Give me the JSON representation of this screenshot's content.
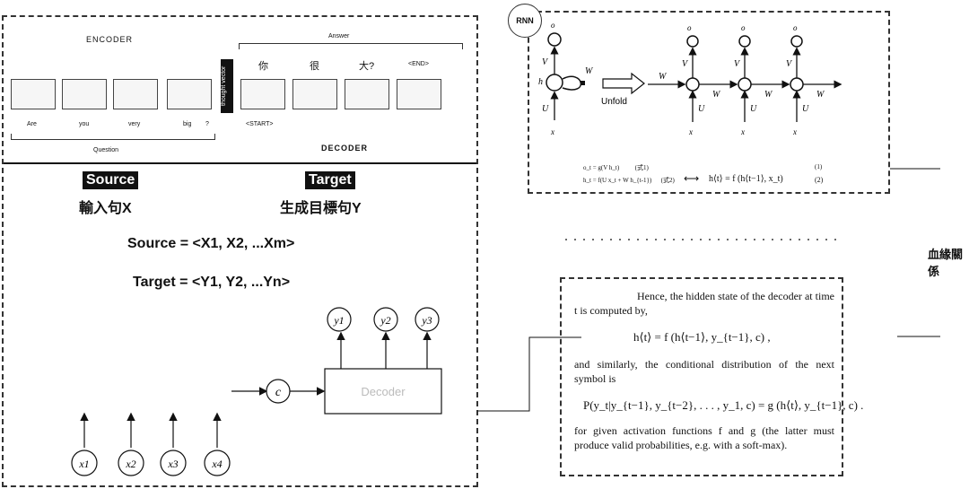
{
  "encoder_panel": {
    "encoder_label": "ENCODER",
    "decoder_label": "DECODER",
    "answer_label": "Answer",
    "question_label": "Question",
    "thought_vector_label": "thought vector",
    "input_words": [
      "Are",
      "you",
      "very",
      "big",
      "?"
    ],
    "start_token": "<START>",
    "end_token": "<END>",
    "answer_words": [
      "你",
      "很",
      "大?"
    ]
  },
  "source_tag": "Source",
  "source_caption": "輸入句X",
  "target_tag": "Target",
  "target_caption": "生成目標句Y",
  "source_eq": "Source = <X1, X2, ...Xm>",
  "target_eq": "Target = <Y1, Y2, ...Yn>",
  "seq_diagram": {
    "context": "c",
    "decoder_box": "Decoder",
    "inputs": [
      "x1",
      "x2",
      "x3",
      "x4"
    ],
    "outputs": [
      "y1",
      "y2",
      "y3"
    ]
  },
  "rnn_panel": {
    "stamp": "RNN",
    "unfold_label": "Unfold",
    "weight_w": "W",
    "weight_u": "U",
    "weight_v": "V",
    "hidden_h": "h",
    "input_x": "x",
    "output_o": "o",
    "eq_line1": "o_t = g(V h_t)          (式1)",
    "eq_line2": "h_t = f(U x_t + W h_{t-1})      (式2)",
    "eq_right": "h⟨t⟩ = f (h⟨t−1⟩, x_t)",
    "eq_right_num1": "(1)",
    "eq_right_num2": "(2)"
  },
  "relation_label": "血緣關係",
  "text_panel": {
    "p1": "Hence, the hidden state of the decoder at time t is computed by,",
    "eq1": "h⟨t⟩ = f (h⟨t−1⟩, y_{t−1}, c) ,",
    "p2": "and similarly, the conditional distribution of the next symbol is",
    "eq2": "P(y_t|y_{t−1}, y_{t−2}, . . . , y_1, c) = g (h⟨t⟩, y_{t−1}, c) .",
    "p3": "for given activation functions f and g (the latter must produce valid probabilities, e.g. with a soft-max)."
  }
}
